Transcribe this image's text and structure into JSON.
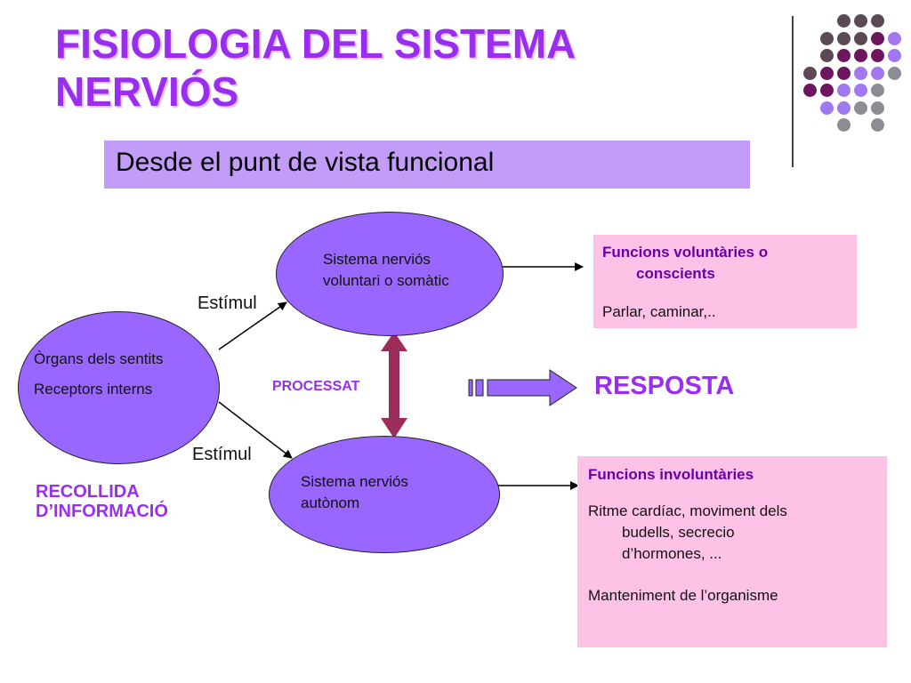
{
  "slide": {
    "title_line1": "FISIOLOGIA DEL SISTEMA",
    "title_line2": "NERVIÓS",
    "subtitle": "Desde el punt de vista funcional"
  },
  "diagram": {
    "sense_organs": {
      "line1": "Òrgans dels sentits",
      "line2": "Receptors interns"
    },
    "voluntary_system": {
      "line1": "Sistema  nerviós",
      "line2": "voluntari o somàtic"
    },
    "autonomic_system": {
      "line1": "Sistema nerviós",
      "line2": "autònom"
    },
    "stimulus_top": "Estímul",
    "stimulus_bottom": "Estímul",
    "processing": "PROCESSAT",
    "response": "RESPOSTA",
    "info_collection": {
      "line1": "RECOLLIDA",
      "line2": "D’INFORMACIÓ"
    },
    "voluntary_functions": {
      "heading_line1": "Funcions voluntàries o",
      "heading_line2": "conscients",
      "example": "Parlar, caminar,.."
    },
    "involuntary_functions": {
      "heading": "Funcions involuntàries",
      "example_line1": "Ritme cardíac, moviment dels",
      "example_line2": "budells, secrecio",
      "example_line3": "d’hormones, ...",
      "maintenance": "Manteniment de l’organisme"
    }
  },
  "colors": {
    "title": "#9a2df0",
    "ellipse_fill": "#9966ff",
    "subtitle_band": "#c29cf8",
    "pink_box": "#fec2e6",
    "double_arrow": "#9b2d5a",
    "dot_dark_grey": "#5b4a55",
    "dot_plum": "#6e1560",
    "dot_lavender": "#a278f0",
    "dot_grey": "#8c8c94"
  }
}
